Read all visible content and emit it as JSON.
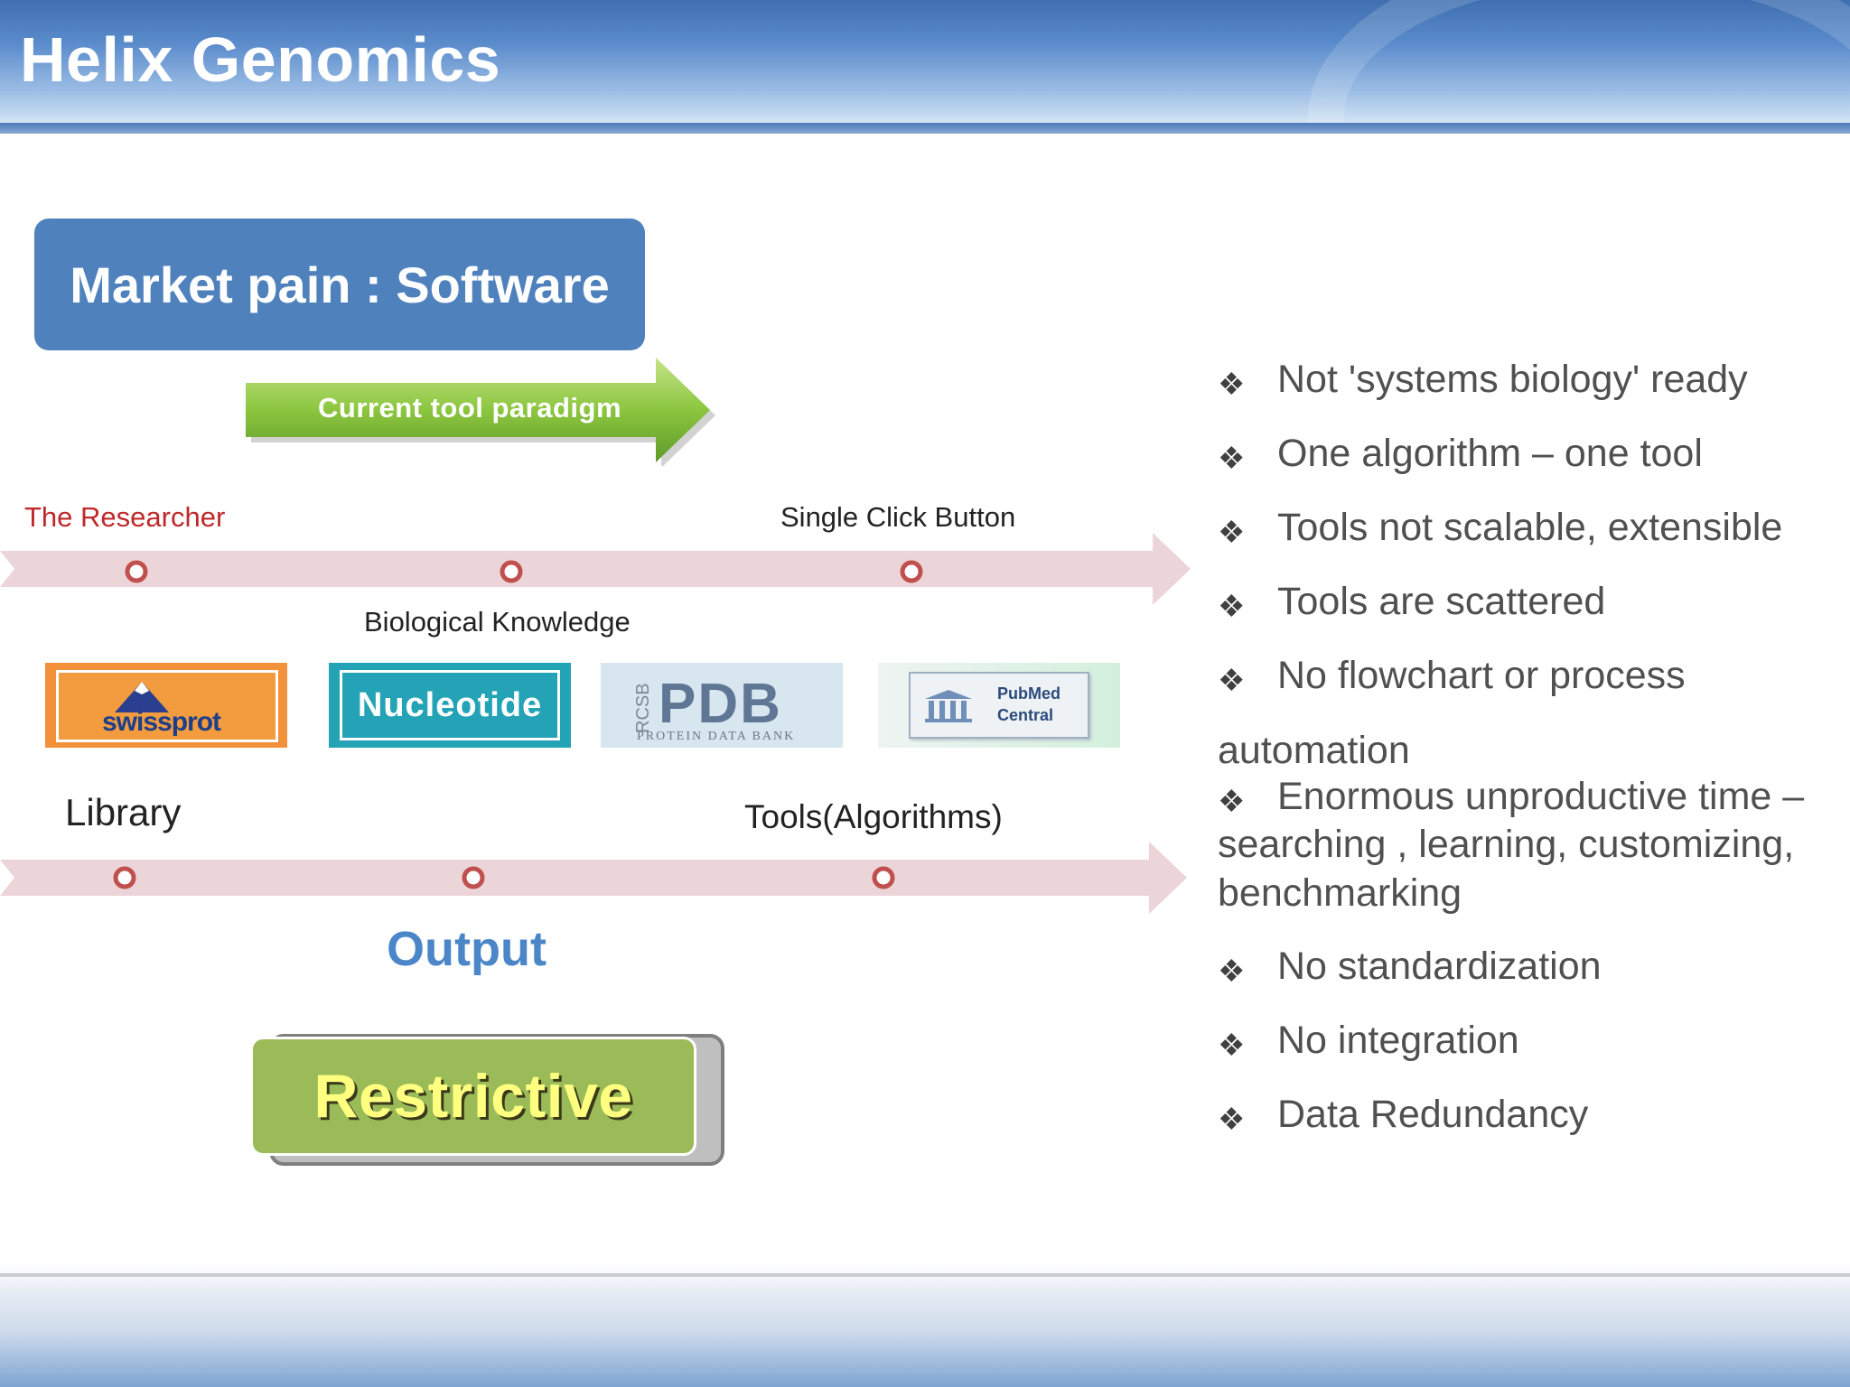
{
  "header": {
    "brand": "Helix Genomics"
  },
  "slide": {
    "title": "Market pain : Software",
    "paradigm_arrow": "Current tool paradigm",
    "timeline1": {
      "labels": {
        "researcher": "The Researcher",
        "single_click": "Single Click Button",
        "bio_knowledge": "Biological Knowledge"
      }
    },
    "logos": {
      "swissprot": "swissprot",
      "nucleotide": "Nucleotide",
      "pdb": {
        "side": "RCSB",
        "main": "PDB",
        "sub": "PROTEIN DATA BANK"
      },
      "pubmed": {
        "line1": "PubMed",
        "line2": "Central"
      }
    },
    "timeline2": {
      "labels": {
        "library": "Library",
        "tools": "Tools(Algorithms)"
      }
    },
    "output_label": "Output",
    "result_label": "Restrictive"
  },
  "bullets": {
    "b1": "Not 'systems biology' ready",
    "b2": "One algorithm – one tool",
    "b3": "Tools not scalable, extensible",
    "b4": "Tools are scattered",
    "b5a": "No flowchart or process",
    "b5b": "automation",
    "b6a": "Enormous unproductive time –",
    "b6b": "searching ,  learning, customizing,",
    "b6c": "benchmarking",
    "b7": "No standardization",
    "b8": "No integration",
    "b9": "Data Redundancy",
    "marker_glyph": "❖"
  },
  "colors": {
    "title_box": "#4f81bd",
    "arrow_green": "#8cc63f",
    "timeline_pink": "#ecd5d8",
    "node_red": "#c0504d",
    "researcher_red": "#c0282a",
    "output_blue": "#4a86c8",
    "restrictive_green": "#9bbb59"
  }
}
